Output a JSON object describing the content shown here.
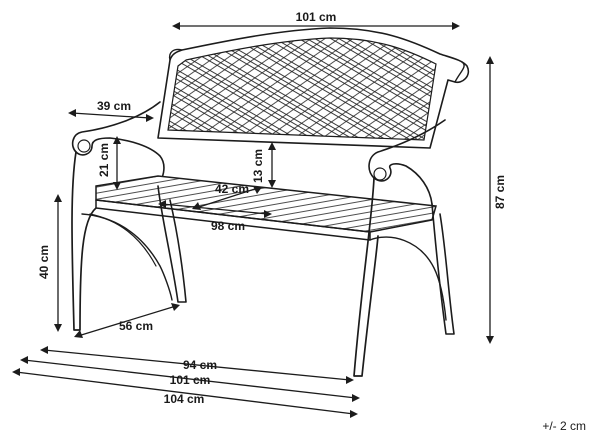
{
  "diagram": {
    "subject": "garden bench",
    "dimensions": {
      "top_width": "101 cm",
      "height": "87 cm",
      "armrest_depth": "39 cm",
      "armrest_height": "21 cm",
      "backrest_gap": "13 cm",
      "seat_depth": "42 cm",
      "seat_width": "98 cm",
      "seat_height": "40 cm",
      "leg_depth": "56 cm",
      "bottom_94": "94 cm",
      "bottom_101": "101 cm",
      "bottom_104": "104 cm"
    },
    "tolerance": "+/- 2 cm"
  }
}
